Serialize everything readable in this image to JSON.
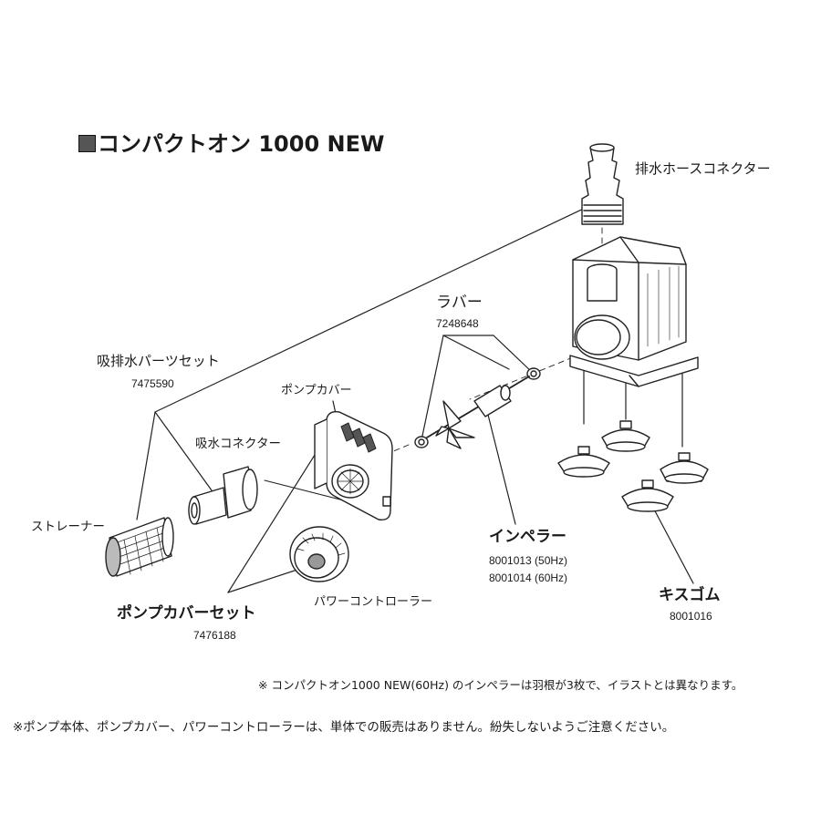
{
  "title": "コンパクトオン 1000 NEW",
  "parts": {
    "discharge_hose_connector": {
      "label": "排水ホースコネクター"
    },
    "rubber": {
      "label": "ラバー",
      "code": "7248648"
    },
    "intake_discharge_set": {
      "label": "吸排水パーツセット",
      "code": "7475590"
    },
    "pump_cover": {
      "label": "ポンプカバー"
    },
    "intake_connector": {
      "label": "吸水コネクター"
    },
    "strainer": {
      "label": "ストレーナー"
    },
    "impeller": {
      "label": "インペラー",
      "code_50hz": "8001013 (50Hz)",
      "code_60hz": "8001014 (60Hz)"
    },
    "power_controller": {
      "label": "パワーコントローラー"
    },
    "pump_cover_set": {
      "label": "ポンプカバーセット",
      "code": "7476188"
    },
    "suction_cup": {
      "label": "キスゴム",
      "code": "8001016"
    }
  },
  "notes": {
    "impeller_note": "※ コンパクトオン1000 NEW(60Hz) のインペラーは羽根が3枚で、イラストとは異なります。",
    "sale_note": "※ポンプ本体、ポンプカバー、パワーコントローラーは、単体での販売はありません。紛失しないようご注意ください。"
  }
}
